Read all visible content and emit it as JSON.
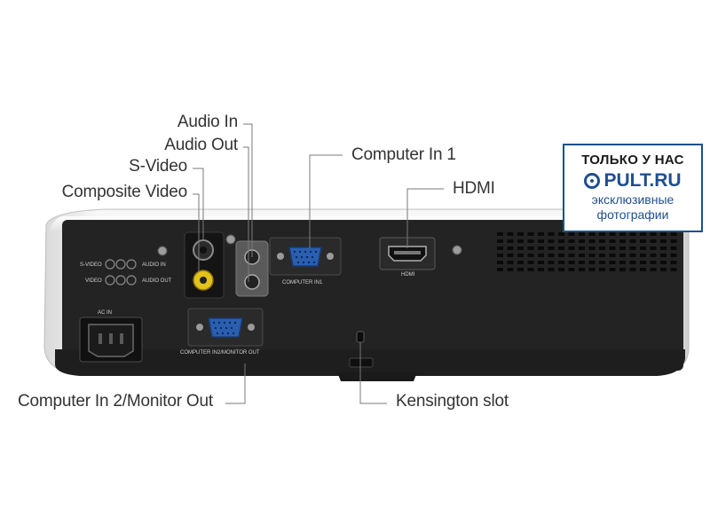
{
  "labels": {
    "audio_in": "Audio In",
    "audio_out": "Audio Out",
    "s_video": "S-Video",
    "composite_video": "Composite Video",
    "computer_in_1": "Computer In 1",
    "hdmi": "HDMI",
    "computer_in_2": "Computer In 2/Monitor Out",
    "kensington": "Kensington slot"
  },
  "panel_print": {
    "s_video": "S-VIDEO",
    "video": "VIDEO",
    "audio_in": "AUDIO IN",
    "audio_out": "AUDIO OUT",
    "computer_in1": "COMPUTER IN1",
    "hdmi": "HDMI",
    "ac_in": "AC IN",
    "computer_in2": "COMPUTER IN2/MONITOR OUT"
  },
  "badge": {
    "line1": "ТОЛЬКО У НАС",
    "brand": "PULT.RU",
    "line3": "эксклюзивные",
    "line4": "фотографии"
  },
  "colors": {
    "panel": "#232323",
    "body": "#efefef",
    "vga_blue": "#2a5fb0",
    "composite_yellow": "#e3c21a",
    "badge_border": "#1f4f8f"
  }
}
